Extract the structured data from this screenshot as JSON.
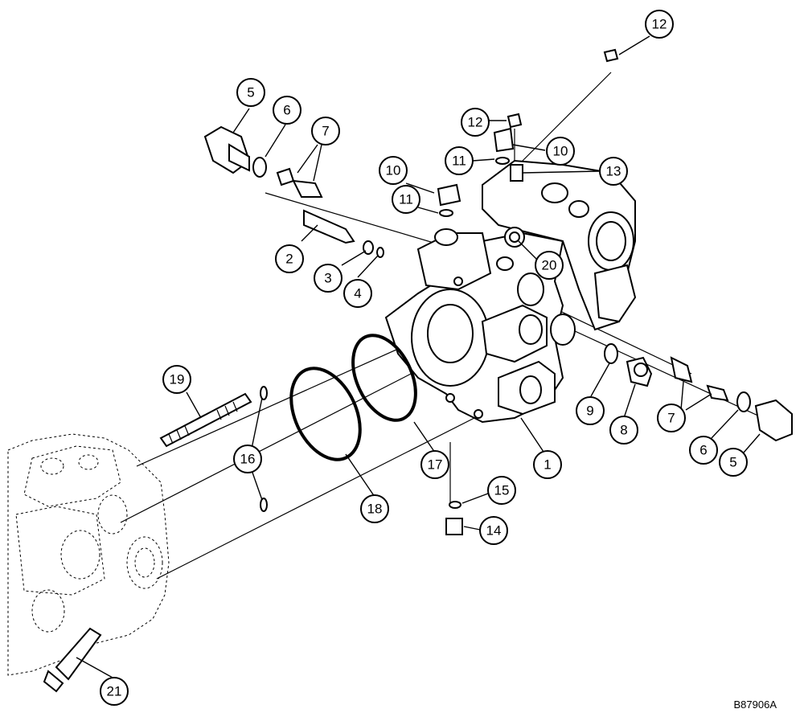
{
  "callouts": [
    {
      "id": "c1",
      "label": "1"
    },
    {
      "id": "c2",
      "label": "2"
    },
    {
      "id": "c3",
      "label": "3"
    },
    {
      "id": "c4",
      "label": "4"
    },
    {
      "id": "c5a",
      "label": "5"
    },
    {
      "id": "c5b",
      "label": "5"
    },
    {
      "id": "c6a",
      "label": "6"
    },
    {
      "id": "c6b",
      "label": "6"
    },
    {
      "id": "c7a",
      "label": "7"
    },
    {
      "id": "c7b",
      "label": "7"
    },
    {
      "id": "c8",
      "label": "8"
    },
    {
      "id": "c9",
      "label": "9"
    },
    {
      "id": "c10a",
      "label": "10"
    },
    {
      "id": "c10b",
      "label": "10"
    },
    {
      "id": "c11a",
      "label": "11"
    },
    {
      "id": "c11b",
      "label": "11"
    },
    {
      "id": "c12a",
      "label": "12"
    },
    {
      "id": "c12b",
      "label": "12"
    },
    {
      "id": "c13",
      "label": "13"
    },
    {
      "id": "c14",
      "label": "14"
    },
    {
      "id": "c15",
      "label": "15"
    },
    {
      "id": "c16",
      "label": "16"
    },
    {
      "id": "c17",
      "label": "17"
    },
    {
      "id": "c18",
      "label": "18"
    },
    {
      "id": "c19",
      "label": "19"
    },
    {
      "id": "c20",
      "label": "20"
    },
    {
      "id": "c21",
      "label": "21"
    }
  ],
  "reference_code": "B87906A"
}
